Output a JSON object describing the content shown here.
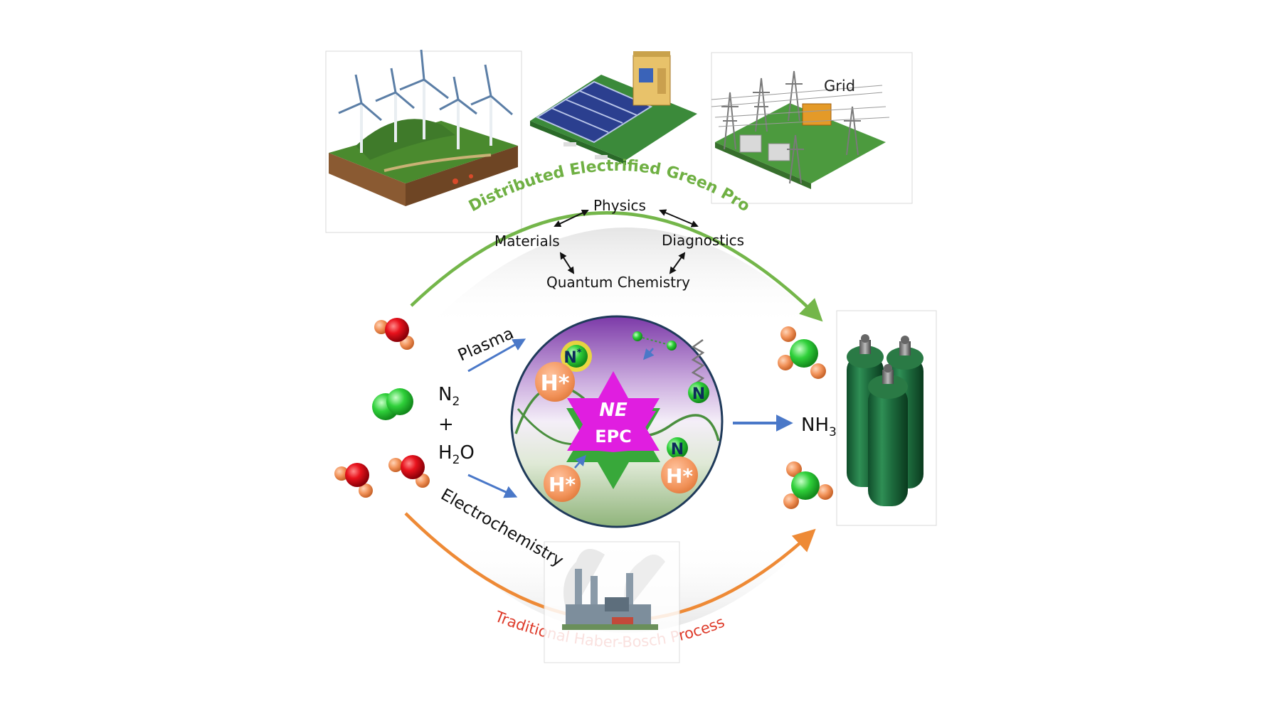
{
  "top_arc_label": "Distributed Electrified Green Process",
  "bottom_arc_label": "Traditional Haber-Bosch Process",
  "grid_label": "Grid",
  "research": {
    "physics": "Physics",
    "materials": "Materials",
    "diagnostics": "Diagnostics",
    "quantum": "Quantum Chemistry"
  },
  "inputs": {
    "n2_base": "N",
    "n2_sub": "2",
    "plus": "+",
    "h2o_h": "H",
    "h2o_sub": "2",
    "h2o_o": "O"
  },
  "routes": {
    "plasma": "Plasma",
    "electrochemistry": "Electrochemistry"
  },
  "product": {
    "base": "NH",
    "sub": "3"
  },
  "core": {
    "ne": "NE",
    "epc": "EPC",
    "h_star": "H*",
    "n_star": "N",
    "n_star_mark": "*",
    "n": "N"
  },
  "colors": {
    "green_arc": "#74b64a",
    "green_text": "#6fb043",
    "orange_arc": "#ee8a36",
    "red_text": "#de3b2a",
    "blue_arrow": "#4a78c8",
    "purple": "#7c3aa8",
    "magenta_star": "#e01ee0",
    "green_star": "#38a83a",
    "h_atom": "#f2935a",
    "n_atom": "#2fd03a",
    "o_atom": "#e8121c"
  }
}
